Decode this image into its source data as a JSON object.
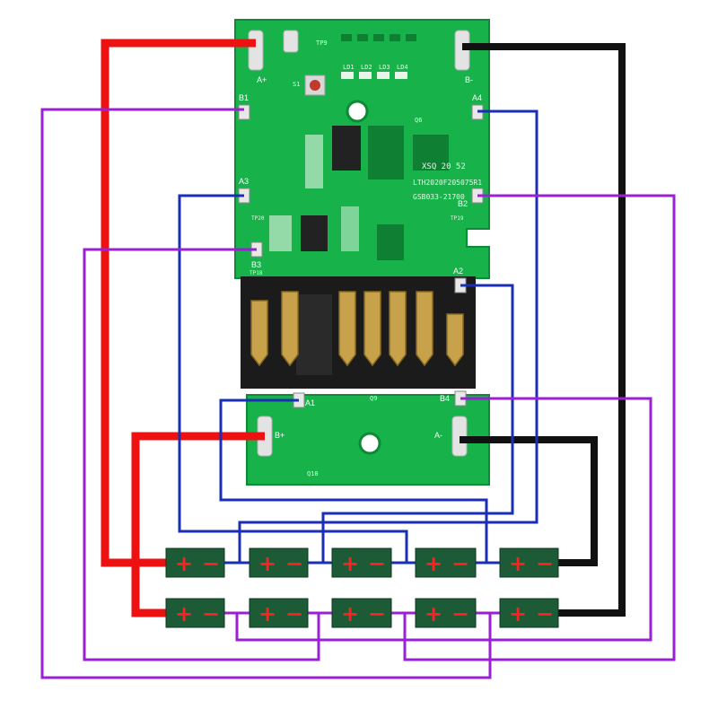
{
  "colors": {
    "pcb": "#17b24a",
    "pcb_dark": "#0d8a36",
    "positive_wire": "#ee1111",
    "negative_wire": "#111111",
    "balance_wire_purple": "#9a1fd6",
    "balance_wire_blue": "#1a2fb5",
    "cell_body": "#1d5a36",
    "cell_plus": "#ff2020",
    "cell_minus": "#ff2020"
  },
  "pcb": {
    "marking_line1": "XSQ 20 52",
    "marking_line2": "LTH2020F205075R1",
    "marking_line3": "GSB033-21700",
    "pads": {
      "a_plus": "A+",
      "a_minus": "A-",
      "b_plus": "B+",
      "b_minus": "B-",
      "b1": "B1",
      "a4": "A4",
      "a3": "A3",
      "b2": "B2",
      "b3": "B3",
      "a2": "A2",
      "a1": "A1",
      "b4": "B4"
    },
    "labels": {
      "tp9": "TP9",
      "ld1": "LD1",
      "ld2": "LD2",
      "ld3": "LD3",
      "ld4": "LD4",
      "s1": "S1",
      "tp20": "TP20",
      "tp18": "TP18",
      "tp19": "TP19",
      "q6": "Q6",
      "q9": "Q9",
      "q10": "Q10"
    }
  },
  "cells": {
    "plus": "+",
    "minus": "−"
  }
}
